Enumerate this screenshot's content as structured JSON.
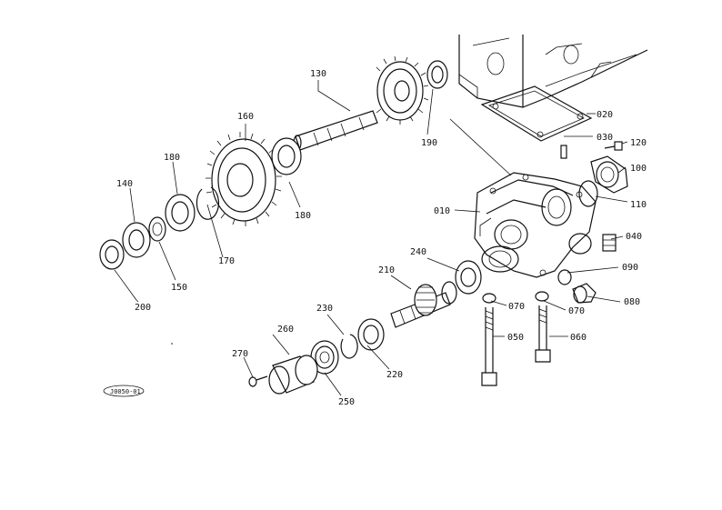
{
  "callouts": {
    "p010": "010",
    "p020": "020",
    "p030": "030",
    "p040": "040",
    "p050": "050",
    "p060": "060",
    "p070a": "070",
    "p070b": "070",
    "p080": "080",
    "p090": "090",
    "p100": "100",
    "p110": "110",
    "p120": "120",
    "p130": "130",
    "p140": "140",
    "p150": "150",
    "p160": "160",
    "p170": "170",
    "p180a": "180",
    "p180b": "180",
    "p190": "190",
    "p200": "200",
    "p210": "210",
    "p220": "220",
    "p230": "230",
    "p240": "240",
    "p250": "250",
    "p260": "260",
    "p270": "270"
  },
  "drawing_code": "J0050-01"
}
